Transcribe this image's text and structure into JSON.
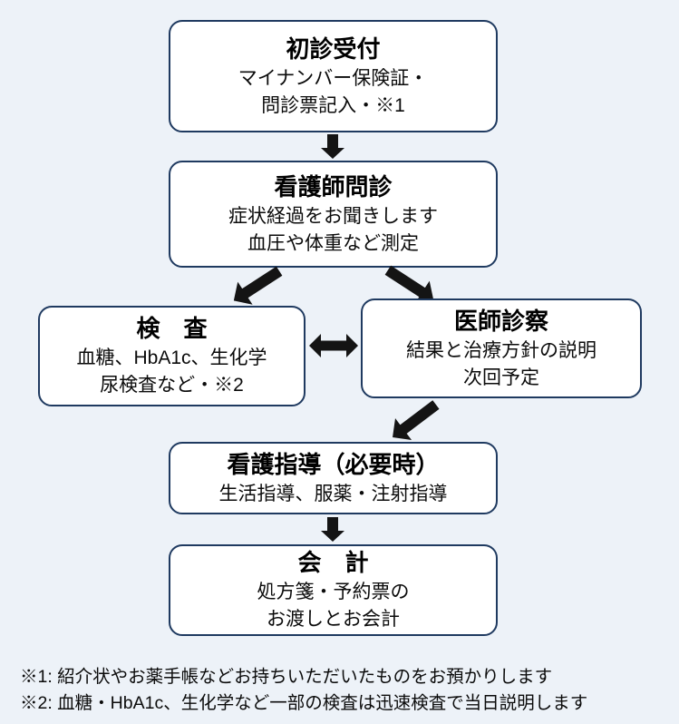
{
  "page": {
    "background_color": "#edf2f8",
    "box_border_color": "#1f3a60",
    "arrow_color": "#141414"
  },
  "flow": {
    "reception": {
      "title": "初診受付",
      "lines": [
        "マイナンバー保険証・",
        "問診票記入・※1"
      ]
    },
    "nurse": {
      "title": "看護師問診",
      "lines": [
        "症状経過をお聞きします",
        "血圧や体重など測定"
      ]
    },
    "test": {
      "title": "検　査",
      "lines": [
        "血糖、HbA1c、生化学",
        "尿検査など・※2"
      ]
    },
    "doctor": {
      "title": "医師診察",
      "lines": [
        "結果と治療方針の説明",
        "次回予定"
      ]
    },
    "guidance": {
      "title": "看護指導（必要時）",
      "lines": [
        "生活指導、服薬・注射指導"
      ]
    },
    "payment": {
      "title": "会　計",
      "lines": [
        "処方箋・予約票の",
        "お渡しとお会計"
      ]
    }
  },
  "footnotes": [
    "※1: 紹介状やお薬手帳などお持ちいただいたものをお預かりします",
    "※2: 血糖・HbA1c、生化学など一部の検査は迅速検査で当日説明します"
  ]
}
